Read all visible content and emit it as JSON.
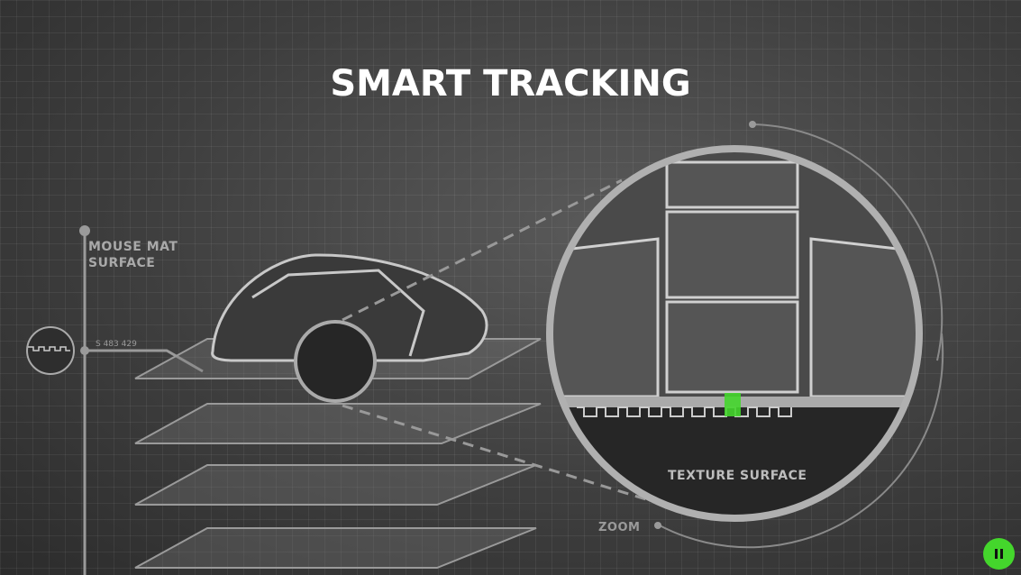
{
  "title": "SMART TRACKING",
  "labels": {
    "mouse_mat_surface_line1": "MOUSE MAT",
    "mouse_mat_surface_line2": "SURFACE",
    "code": "S 483 429",
    "texture_surface": "TEXTURE SURFACE",
    "zoom": "ZOOM"
  },
  "controls": {
    "pause_icon": "pause-icon"
  },
  "colors": {
    "accent": "#44d62c"
  }
}
